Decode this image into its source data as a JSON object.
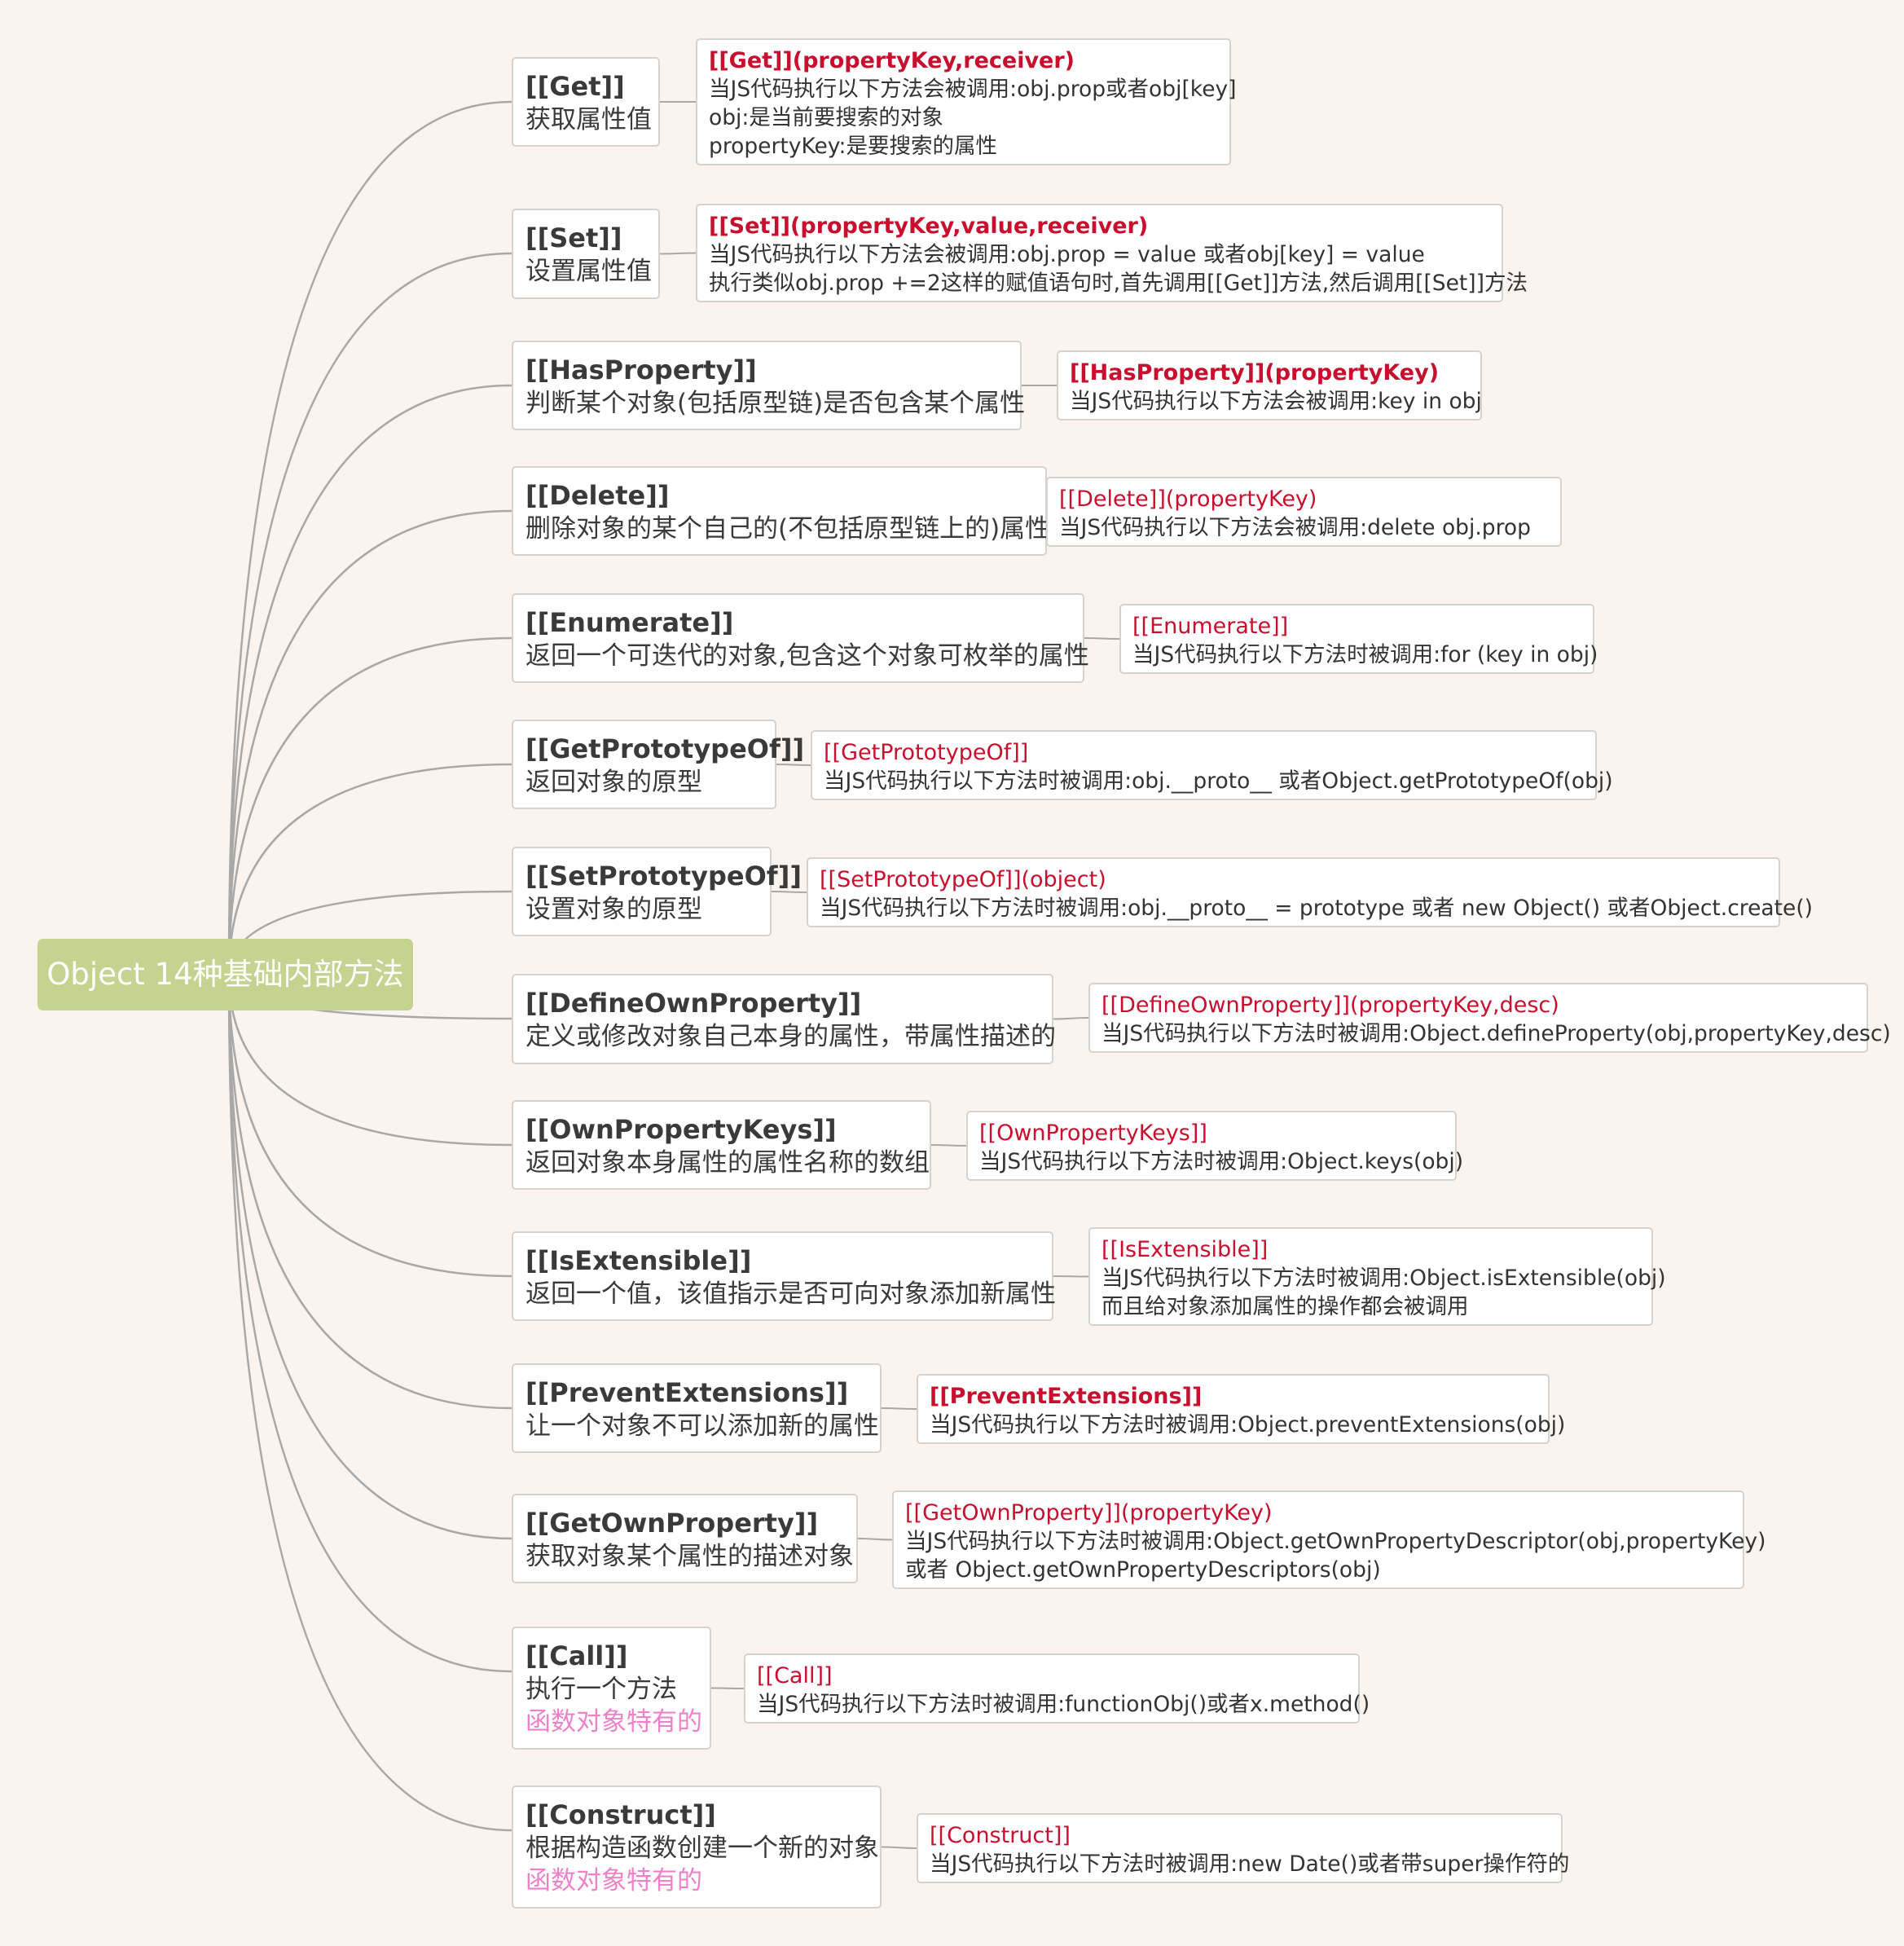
{
  "root": {
    "label": "Object 14种基础内部方法",
    "color": "#c4d38f"
  },
  "colors": {
    "signature": "#c80f2e",
    "function_only": "#ee82c8",
    "connector": "#a8a8a8"
  },
  "methods": [
    {
      "name": "[[Get]]",
      "desc": "获取属性值",
      "detail": {
        "signature": "[[Get]](propertyKey,receiver)",
        "bold": true,
        "lines": [
          "当JS代码执行以下方法会被调用:obj.prop或者obj[key]",
          "obj:是当前要搜索的对象",
          "propertyKey:是要搜索的属性"
        ]
      }
    },
    {
      "name": "[[Set]]",
      "desc": "设置属性值",
      "detail": {
        "signature": "[[Set]](propertyKey,value,receiver)",
        "bold": true,
        "lines": [
          "当JS代码执行以下方法会被调用:obj.prop = value 或者obj[key] = value",
          "执行类似obj.prop +=2这样的赋值语句时,首先调用[[Get]]方法,然后调用[[Set]]方法"
        ]
      }
    },
    {
      "name": "[[HasProperty]]",
      "desc": "判断某个对象(包括原型链)是否包含某个属性",
      "detail": {
        "signature": "[[HasProperty]](propertyKey)",
        "bold": true,
        "lines": [
          "当JS代码执行以下方法会被调用:key in obj"
        ]
      }
    },
    {
      "name": "[[Delete]]",
      "desc": "删除对象的某个自己的(不包括原型链上的)属性",
      "detail": {
        "signature": "[[Delete]](propertyKey)",
        "bold": false,
        "lines": [
          "当JS代码执行以下方法会被调用:delete obj.prop"
        ]
      }
    },
    {
      "name": "[[Enumerate]]",
      "desc": "返回一个可迭代的对象,包含这个对象可枚举的属性",
      "detail": {
        "signature": "[[Enumerate]]",
        "bold": false,
        "lines": [
          "当JS代码执行以下方法时被调用:for (key in obj)"
        ]
      }
    },
    {
      "name": "[[GetPrototypeOf]]",
      "desc": "返回对象的原型",
      "detail": {
        "signature": "[[GetPrototypeOf]]",
        "bold": false,
        "lines": [
          "当JS代码执行以下方法时被调用:obj.__proto__ 或者Object.getPrototypeOf(obj)"
        ]
      }
    },
    {
      "name": "[[SetPrototypeOf]]",
      "desc": " 设置对象的原型",
      "detail": {
        "signature": "[[SetPrototypeOf]](object)",
        "bold": false,
        "lines": [
          "当JS代码执行以下方法时被调用:obj.__proto__ = prototype 或者 new Object() 或者Object.create()"
        ]
      }
    },
    {
      "name": "[[DefineOwnProperty]]",
      "desc": "定义或修改对象自己本身的属性，带属性描述的",
      "detail": {
        "signature": "[[DefineOwnProperty]](propertyKey,desc)",
        "bold": false,
        "lines": [
          "当JS代码执行以下方法时被调用:Object.defineProperty(obj,propertyKey,desc)"
        ]
      }
    },
    {
      "name": "[[OwnPropertyKeys]]",
      "desc": "返回对象本身属性的属性名称的数组",
      "detail": {
        "signature": "[[OwnPropertyKeys]]",
        "bold": false,
        "lines": [
          "当JS代码执行以下方法时被调用:Object.keys(obj)"
        ]
      }
    },
    {
      "name": "[[IsExtensible]]",
      "desc": "返回一个值，该值指示是否可向对象添加新属性",
      "detail": {
        "signature": "[[IsExtensible]]",
        "bold": false,
        "lines": [
          "当JS代码执行以下方法时被调用:Object.isExtensible(obj)",
          "而且给对象添加属性的操作都会被调用"
        ]
      }
    },
    {
      "name": "[[PreventExtensions]]",
      "desc": "让一个对象不可以添加新的属性",
      "detail": {
        "signature": "[[PreventExtensions]]",
        "bold": true,
        "lines": [
          "当JS代码执行以下方法时被调用:Object.preventExtensions(obj)"
        ]
      }
    },
    {
      "name": "[[GetOwnProperty]]",
      "desc": "获取对象某个属性的描述对象",
      "detail": {
        "signature": "[[GetOwnProperty]](propertyKey)",
        "bold": false,
        "lines": [
          "当JS代码执行以下方法时被调用:Object.getOwnPropertyDescriptor(obj,propertyKey)",
          "或者 Object.getOwnPropertyDescriptors(obj)"
        ]
      }
    },
    {
      "name": "[[Call]]",
      "desc": "执行一个方法",
      "extra": "函数对象特有的",
      "detail": {
        "signature": "[[Call]]",
        "bold": false,
        "lines": [
          "当JS代码执行以下方法时被调用:functionObj()或者x.method()"
        ]
      }
    },
    {
      "name": "[[Construct]]",
      "desc": "根据构造函数创建一个新的对象",
      "extra": "函数对象特有的",
      "detail": {
        "signature": "[[Construct]]",
        "bold": false,
        "lines": [
          "当JS代码执行以下方法时被调用:new Date()或者带super操作符的"
        ]
      }
    }
  ]
}
